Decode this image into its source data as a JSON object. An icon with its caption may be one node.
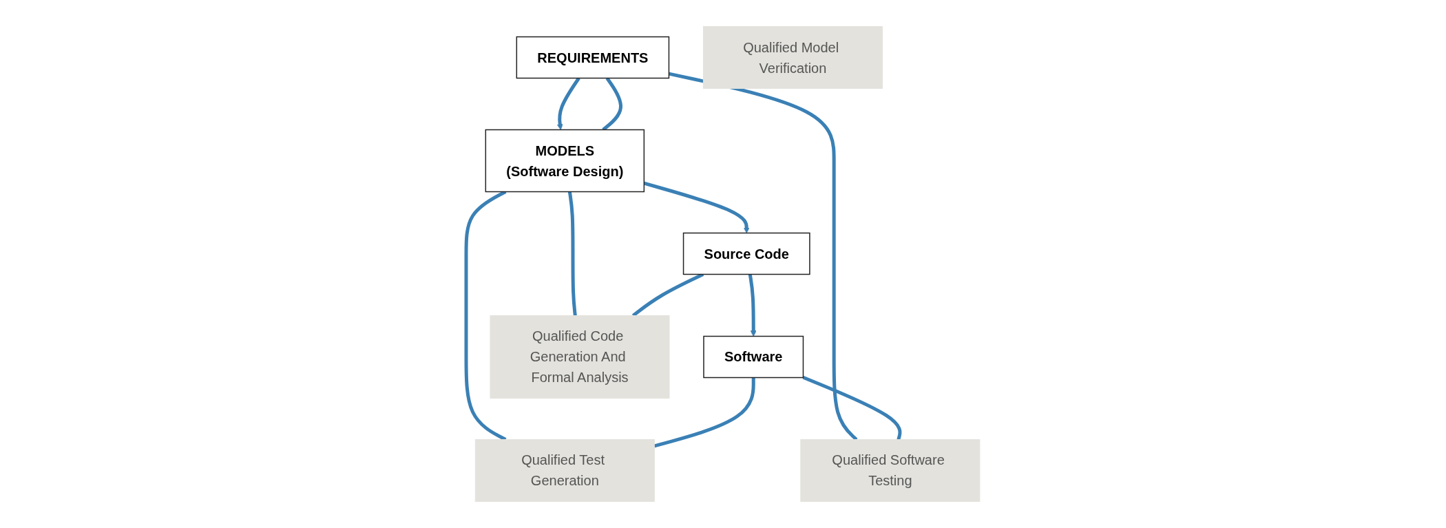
{
  "diagram": {
    "nodes": [
      {
        "text": [
          "REQUIREMENTS"
        ]
      },
      {
        "text": [
          "MODELS",
          "(Software Design)"
        ]
      },
      {
        "text": [
          "Source Code"
        ]
      },
      {
        "text": [
          "Software"
        ]
      },
      {
        "text": [
          "Qualified Model Verification"
        ]
      },
      {
        "text": [
          "Qualified Code Generation And Formal Analysis"
        ]
      },
      {
        "text": [
          "Qualified Test Generation"
        ]
      },
      {
        "text": [
          "Qualified Software Testing"
        ]
      }
    ],
    "edges": [
      {
        "from": 0,
        "to": 1,
        "arrow": "to"
      },
      {
        "from": 1,
        "to": 2,
        "arrow": "to"
      },
      {
        "from": 2,
        "to": 3,
        "arrow": "to"
      },
      {
        "from": 0,
        "to": 1,
        "arrow": "none"
      },
      {
        "from": 5,
        "to": 1,
        "arrow": "none"
      },
      {
        "from": 5,
        "to": 2,
        "arrow": "none"
      },
      {
        "from": 6,
        "to": 1,
        "arrow": "none"
      },
      {
        "from": 6,
        "to": 3,
        "arrow": "none"
      },
      {
        "from": 7,
        "to": 0,
        "arrow": "none"
      },
      {
        "from": 7,
        "to": 3,
        "arrow": "none"
      }
    ]
  }
}
